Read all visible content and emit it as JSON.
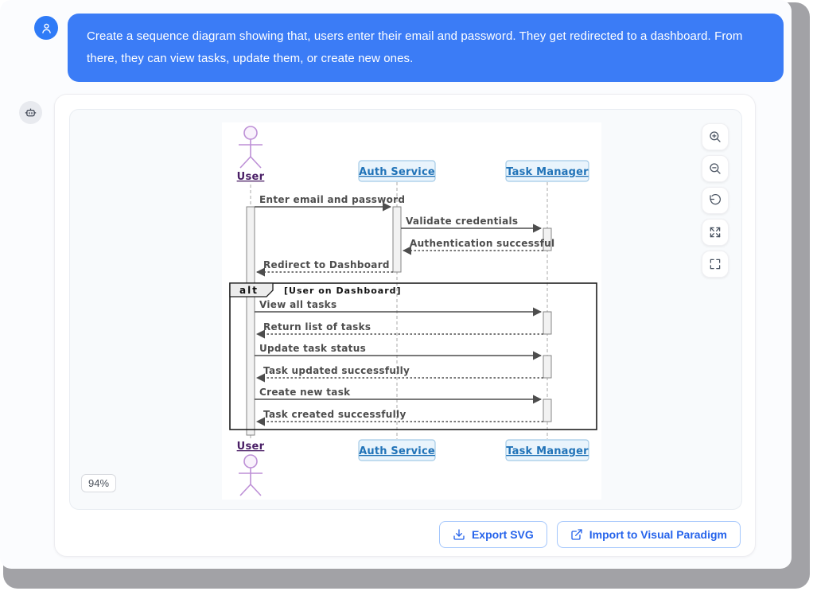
{
  "chat": {
    "user_message": "Create a sequence diagram showing that, users enter their email and password. They get redirected to a dashboard. From there, they can view tasks, update them, or create new ones."
  },
  "viewer": {
    "zoom_badge": "94%",
    "controls": [
      {
        "name": "zoom-in",
        "icon": "zoom-in-icon"
      },
      {
        "name": "zoom-out",
        "icon": "zoom-out-icon"
      },
      {
        "name": "reset-view",
        "icon": "rotate-ccw-icon"
      },
      {
        "name": "expand",
        "icon": "expand-arrows-icon"
      },
      {
        "name": "fullscreen",
        "icon": "fullscreen-corners-icon"
      }
    ]
  },
  "actions": {
    "export_svg_label": "Export SVG",
    "import_label": "Import to Visual Paradigm"
  },
  "diagram": {
    "type": "sequence",
    "participants": {
      "user": "User",
      "auth": "Auth Service",
      "task": "Task Manager"
    },
    "fragment": {
      "operator": "alt",
      "guard": "[User on Dashboard]"
    },
    "messages": [
      {
        "from": "User",
        "to": "Auth Service",
        "label": "Enter email and password",
        "line": "solid"
      },
      {
        "from": "Auth Service",
        "to": "Task Manager",
        "label": "Validate credentials",
        "line": "solid"
      },
      {
        "from": "Task Manager",
        "to": "Auth Service",
        "label": "Authentication successful",
        "line": "dotted"
      },
      {
        "from": "Auth Service",
        "to": "User",
        "label": "Redirect to Dashboard",
        "line": "dotted"
      },
      {
        "from": "User",
        "to": "Task Manager",
        "label": "View all tasks",
        "line": "solid"
      },
      {
        "from": "Task Manager",
        "to": "User",
        "label": "Return list of tasks",
        "line": "dotted"
      },
      {
        "from": "User",
        "to": "Task Manager",
        "label": "Update task status",
        "line": "solid"
      },
      {
        "from": "Task Manager",
        "to": "User",
        "label": "Task updated successfully",
        "line": "dotted"
      },
      {
        "from": "User",
        "to": "Task Manager",
        "label": "Create new task",
        "line": "solid"
      },
      {
        "from": "Task Manager",
        "to": "User",
        "label": "Task created successfully",
        "line": "dotted"
      }
    ]
  },
  "colors": {
    "bubble_blue": "#3b7cf6",
    "avatar_blue": "#2f7bf7",
    "action_button_blue": "#2563eb",
    "actor_purple": "#bd8fd6",
    "actor_name_purple": "#4a1f66",
    "participant_fill": "#e9f4fc",
    "participant_border": "#a5cbe7",
    "participant_text": "#2173b8",
    "frame_gray": "#a2a2a6"
  }
}
